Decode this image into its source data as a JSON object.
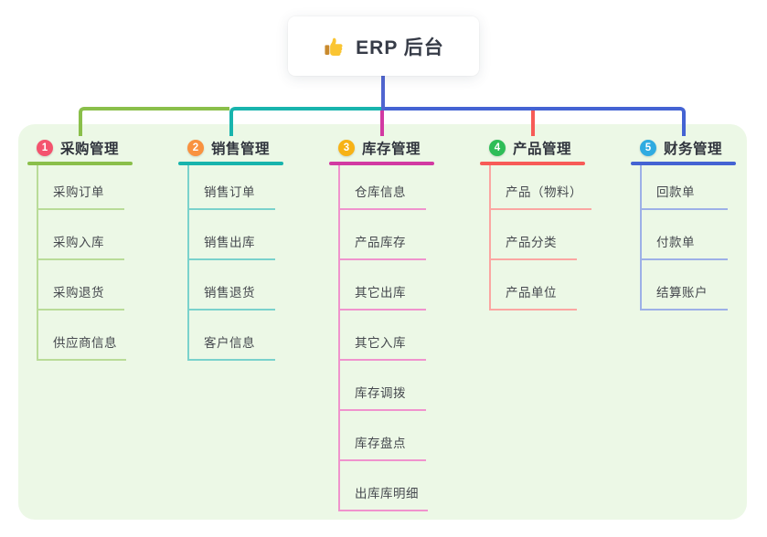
{
  "root": {
    "title": "ERP 后台",
    "icon": "thumbs-up"
  },
  "colors": {
    "stem": "#5065d1",
    "panel_bg": "#ecf8e6",
    "root_text": "#363b47",
    "header_text": "#30343d",
    "item_text": "#45484e"
  },
  "branches": [
    {
      "number": "1",
      "title": "采购管理",
      "colors": {
        "badge": "#f4536e",
        "accent": "#8abf4a",
        "light": "#b9dc98"
      },
      "items": [
        "采购订单",
        "采购入库",
        "采购退货",
        "供应商信息"
      ]
    },
    {
      "number": "2",
      "title": "销售管理",
      "colors": {
        "badge": "#f9923f",
        "accent": "#18b4ad",
        "light": "#7ad2cc"
      },
      "items": [
        "销售订单",
        "销售出库",
        "销售退货",
        "客户信息"
      ]
    },
    {
      "number": "3",
      "title": "库存管理",
      "colors": {
        "badge": "#f7b215",
        "accent": "#d23aa2",
        "light": "#f093cd"
      },
      "items": [
        "仓库信息",
        "产品库存",
        "其它出库",
        "其它入库",
        "库存调拨",
        "库存盘点",
        "出库库明细"
      ]
    },
    {
      "number": "4",
      "title": "产品管理",
      "colors": {
        "badge": "#2ebd57",
        "accent": "#f75b57",
        "light": "#fba6a2"
      },
      "items": [
        "产品（物料）",
        "产品分类",
        "产品单位"
      ]
    },
    {
      "number": "5",
      "title": "财务管理",
      "colors": {
        "badge": "#2fabe1",
        "accent": "#4463d3",
        "light": "#9db0e7"
      },
      "items": [
        "回款单",
        "付款单",
        "结算账户"
      ]
    }
  ]
}
